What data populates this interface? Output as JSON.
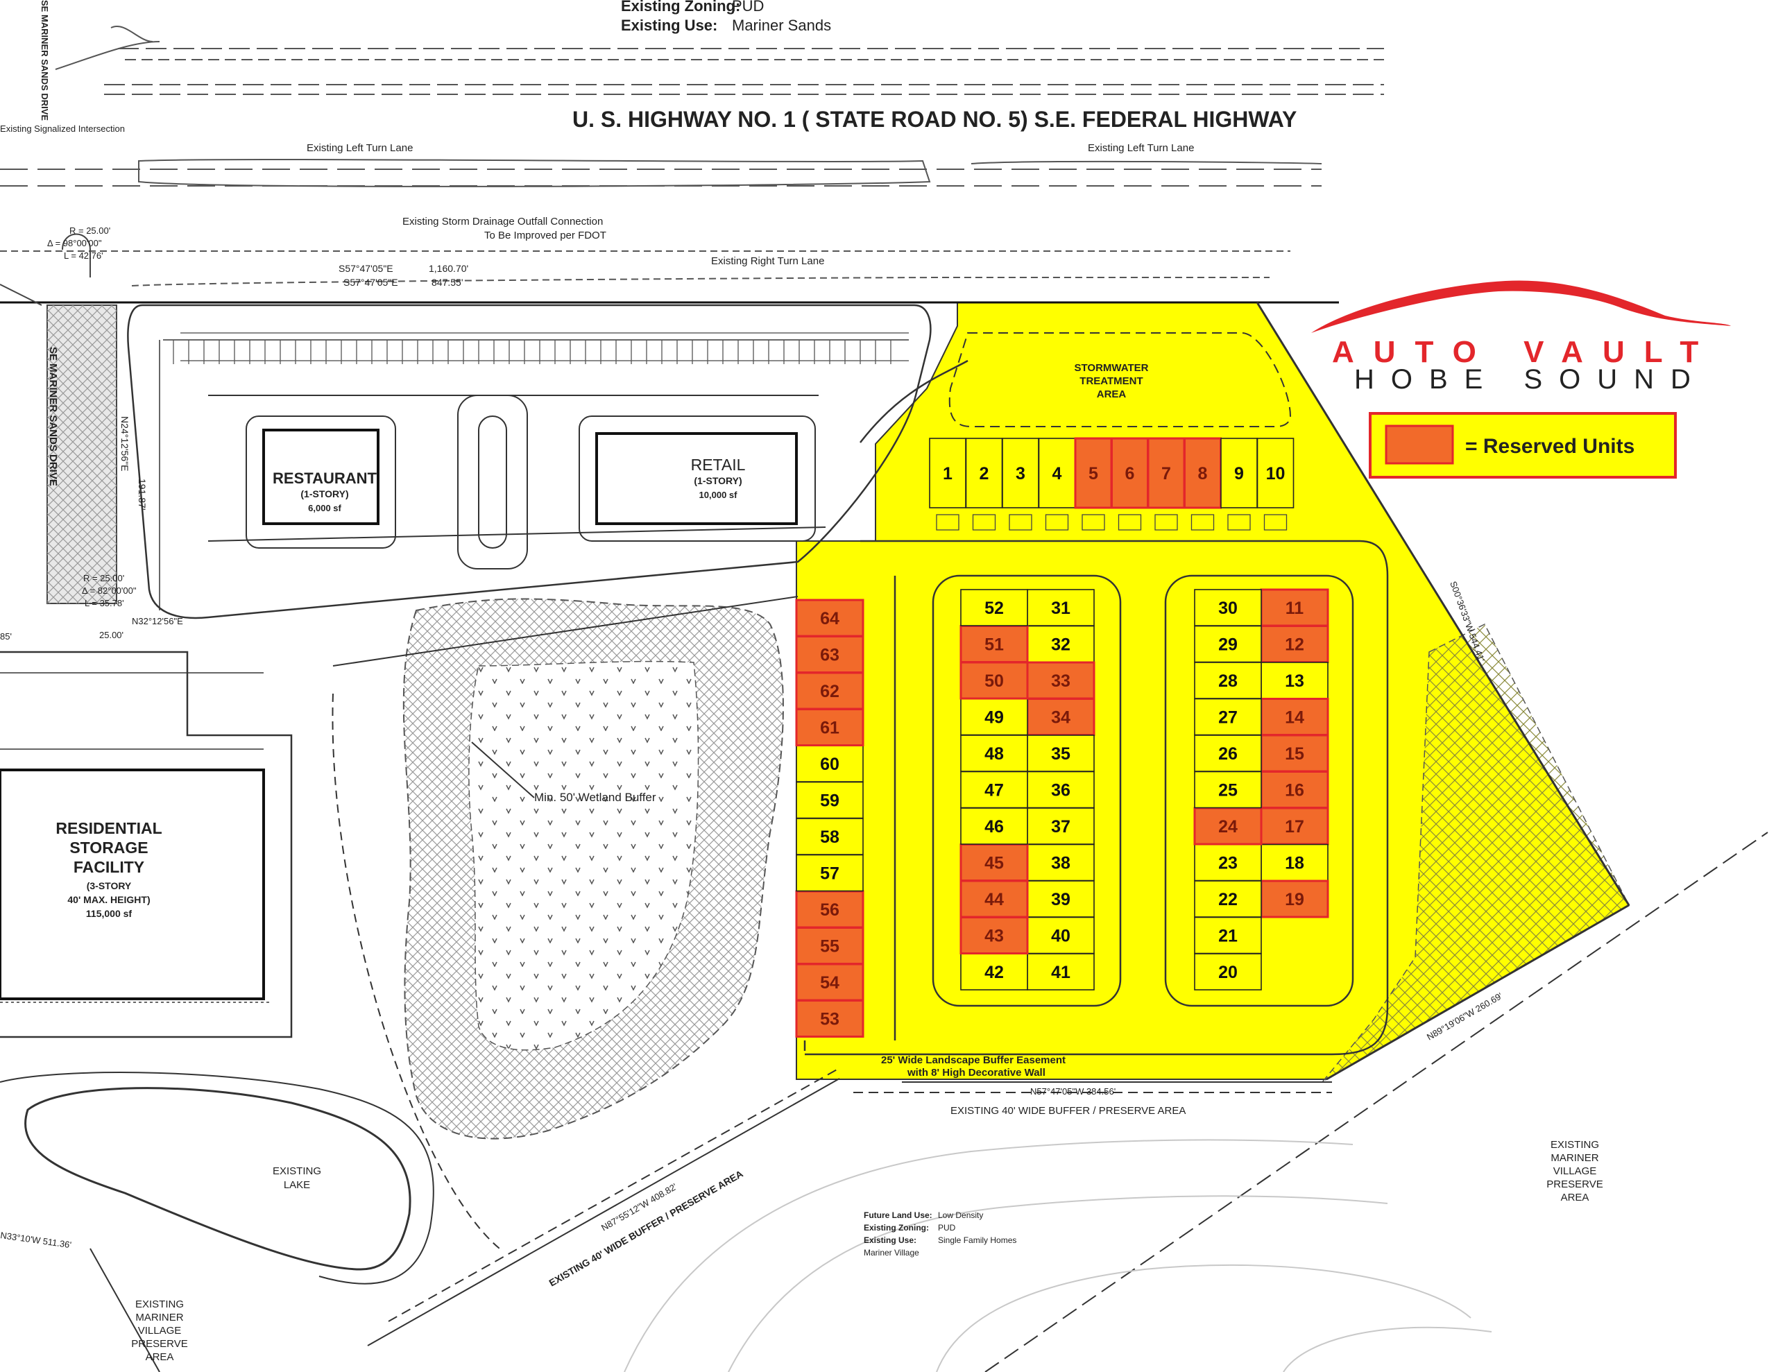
{
  "top_info": {
    "zoning_label": "Existing Zoning:",
    "zoning_value": "PUD",
    "use_label": "Existing Use:",
    "use_value": "Mariner Sands"
  },
  "highway_title": "U. S. HIGHWAY NO. 1 ( STATE ROAD NO. 5)  S.E. FEDERAL HIGHWAY",
  "road_labels": {
    "se_mariner_sands_drive_top": "SE MARINER SANDS DRIVE",
    "se_mariner_sands_drive": "SE MARINER SANDS DRIVE",
    "signalized_intersection": "Existing Signalized Intersection",
    "left_turn_lane_1": "Existing Left Turn Lane",
    "left_turn_lane_2": "Existing Left Turn Lane",
    "storm_drainage": "Existing Storm Drainage Outfall Connection",
    "storm_drainage_2": "To Be Improved per FDOT",
    "right_turn_lane": "Existing Right Turn Lane"
  },
  "survey": {
    "curve1": [
      "R = 25.00'",
      "Δ = 98°00'00\"",
      "L = 42.76'"
    ],
    "curve2": [
      "R = 25.00'",
      "Δ = 82°00'00\"",
      "L = 35.78'"
    ],
    "bearing1": "S57°47'05\"E",
    "dist1": "1,160.70'",
    "bearing2": "S57°47'05\"E",
    "dist2": "847.55'",
    "bearing3": "N24°12'56\"E",
    "dist3": "191.87'",
    "bearing4": "N32°12'56\"E",
    "dist4": "25.00'",
    "east_line": "S00°36'33\"W  544.41'",
    "se_line": "N89°19'06\"W  260.69'",
    "south_line": "N57°47'05\"W  384.56'",
    "sw_line": "N87°55'12\"W  408.82'",
    "west_line": "N33°10'W  511.36'",
    "stub": "85'"
  },
  "buildings": {
    "restaurant": {
      "name": "RESTAURANT",
      "stories": "(1-STORY)",
      "area": "6,000 sf"
    },
    "retail": {
      "name": "RETAIL",
      "stories": "(1-STORY)",
      "area": "10,000 sf"
    },
    "residential": {
      "name1": "RESIDENTIAL",
      "name2": "STORAGE",
      "name3": "FACILITY",
      "stories": "(3-STORY",
      "height": "40' MAX. HEIGHT)",
      "area": "115,000 sf"
    }
  },
  "areas": {
    "stormwater": [
      "STORMWATER",
      "TREATMENT",
      "AREA"
    ],
    "wetland": "Min. 50' Wetland Buffer",
    "landscape_buffer_1": "25' Wide Landscape Buffer Easement",
    "landscape_buffer_2": "with 8' High Decorative Wall",
    "buffer_south": "EXISTING 40' WIDE BUFFER / PRESERVE AREA",
    "buffer_sw": "EXISTING 40' WIDE BUFFER / PRESERVE AREA",
    "lake": [
      "EXISTING",
      "LAKE"
    ],
    "preserve_east": [
      "EXISTING",
      "MARINER",
      "VILLAGE",
      "PRESERVE",
      "AREA"
    ],
    "preserve_sw": [
      "EXISTING",
      "MARINER",
      "VILLAGE",
      "PRESERVE",
      "AREA"
    ]
  },
  "south_info": {
    "land_use_label": "Future Land Use:",
    "land_use_value": "Low Density",
    "zoning_label": "Existing Zoning:",
    "zoning_value": "PUD",
    "use_label": "Existing Use:",
    "use_value": "Single Family Homes",
    "village": "Mariner Village"
  },
  "brand": {
    "line1": "AUTO VAULT",
    "line2": "HOBE SOUND",
    "color": "#e3262b"
  },
  "legend": {
    "label": "= Reserved Units",
    "swatch_color": "#f26a2a",
    "border_color": "#e3262b"
  },
  "colors": {
    "site_yellow": "#ffff00",
    "reserved": "#f26a2a",
    "reserved_border": "#e3262b"
  },
  "units": [
    {
      "n": "1",
      "r": false
    },
    {
      "n": "2",
      "r": false
    },
    {
      "n": "3",
      "r": false
    },
    {
      "n": "4",
      "r": false
    },
    {
      "n": "5",
      "r": true
    },
    {
      "n": "6",
      "r": true
    },
    {
      "n": "7",
      "r": true
    },
    {
      "n": "8",
      "r": true
    },
    {
      "n": "9",
      "r": false
    },
    {
      "n": "10",
      "r": false
    },
    {
      "n": "11",
      "r": true
    },
    {
      "n": "12",
      "r": true
    },
    {
      "n": "13",
      "r": false
    },
    {
      "n": "14",
      "r": true
    },
    {
      "n": "15",
      "r": true
    },
    {
      "n": "16",
      "r": true
    },
    {
      "n": "17",
      "r": true
    },
    {
      "n": "18",
      "r": false
    },
    {
      "n": "19",
      "r": true
    },
    {
      "n": "20",
      "r": false
    },
    {
      "n": "21",
      "r": false
    },
    {
      "n": "22",
      "r": false
    },
    {
      "n": "23",
      "r": false
    },
    {
      "n": "24",
      "r": true
    },
    {
      "n": "25",
      "r": false
    },
    {
      "n": "26",
      "r": false
    },
    {
      "n": "27",
      "r": false
    },
    {
      "n": "28",
      "r": false
    },
    {
      "n": "29",
      "r": false
    },
    {
      "n": "30",
      "r": false
    },
    {
      "n": "31",
      "r": false
    },
    {
      "n": "32",
      "r": false
    },
    {
      "n": "33",
      "r": true
    },
    {
      "n": "34",
      "r": true
    },
    {
      "n": "35",
      "r": false
    },
    {
      "n": "36",
      "r": false
    },
    {
      "n": "37",
      "r": false
    },
    {
      "n": "38",
      "r": false
    },
    {
      "n": "39",
      "r": false
    },
    {
      "n": "40",
      "r": false
    },
    {
      "n": "41",
      "r": false
    },
    {
      "n": "42",
      "r": false
    },
    {
      "n": "43",
      "r": true
    },
    {
      "n": "44",
      "r": true
    },
    {
      "n": "45",
      "r": true
    },
    {
      "n": "46",
      "r": false
    },
    {
      "n": "47",
      "r": false
    },
    {
      "n": "48",
      "r": false
    },
    {
      "n": "49",
      "r": false
    },
    {
      "n": "50",
      "r": true
    },
    {
      "n": "51",
      "r": true
    },
    {
      "n": "52",
      "r": false
    },
    {
      "n": "53",
      "r": true
    },
    {
      "n": "54",
      "r": true
    },
    {
      "n": "55",
      "r": true
    },
    {
      "n": "56",
      "r": true
    },
    {
      "n": "57",
      "r": false
    },
    {
      "n": "58",
      "r": false
    },
    {
      "n": "59",
      "r": false
    },
    {
      "n": "60",
      "r": false
    },
    {
      "n": "61",
      "r": true
    },
    {
      "n": "62",
      "r": true
    },
    {
      "n": "63",
      "r": true
    },
    {
      "n": "64",
      "r": true
    }
  ]
}
